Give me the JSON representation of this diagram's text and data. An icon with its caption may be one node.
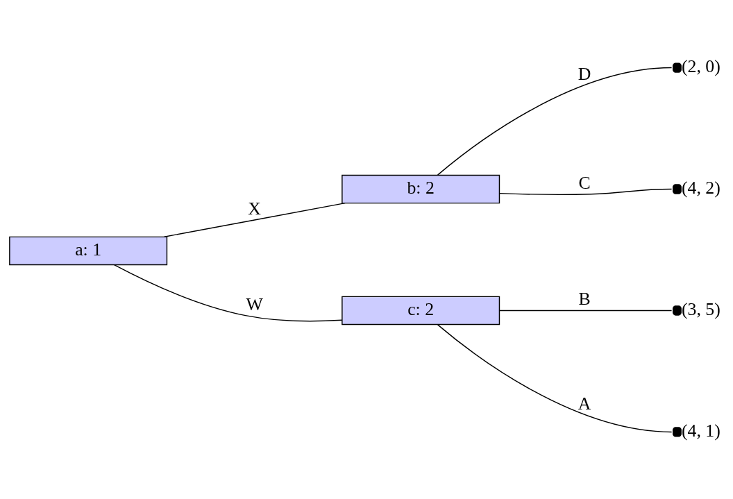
{
  "diagram": {
    "nodes": [
      {
        "text": [
          "a: 1"
        ]
      },
      {
        "text": [
          "b: 2"
        ]
      },
      {
        "text": [
          "c: 2"
        ]
      },
      {
        "text": [],
        "shape": "circle",
        "beside": [
          "(2, 0)"
        ]
      },
      {
        "text": [],
        "shape": "circle",
        "beside": [
          "(4, 2)"
        ]
      },
      {
        "text": [],
        "shape": "circle",
        "beside": [
          "(3, 5)"
        ]
      },
      {
        "text": [],
        "shape": "circle",
        "beside": [
          "(4, 1)"
        ]
      }
    ],
    "edges": [
      {
        "from": 0,
        "to": 1,
        "arrow": "none",
        "label": "X"
      },
      {
        "from": 0,
        "to": 2,
        "arrow": "none",
        "label": "W"
      },
      {
        "from": 1,
        "to": 3,
        "arrow": "none",
        "label": "D"
      },
      {
        "from": 1,
        "to": 4,
        "arrow": "none",
        "label": "C"
      },
      {
        "from": 2,
        "to": 5,
        "arrow": "none",
        "label": "B"
      },
      {
        "from": 2,
        "to": 6,
        "arrow": "none",
        "label": "A"
      }
    ]
  }
}
